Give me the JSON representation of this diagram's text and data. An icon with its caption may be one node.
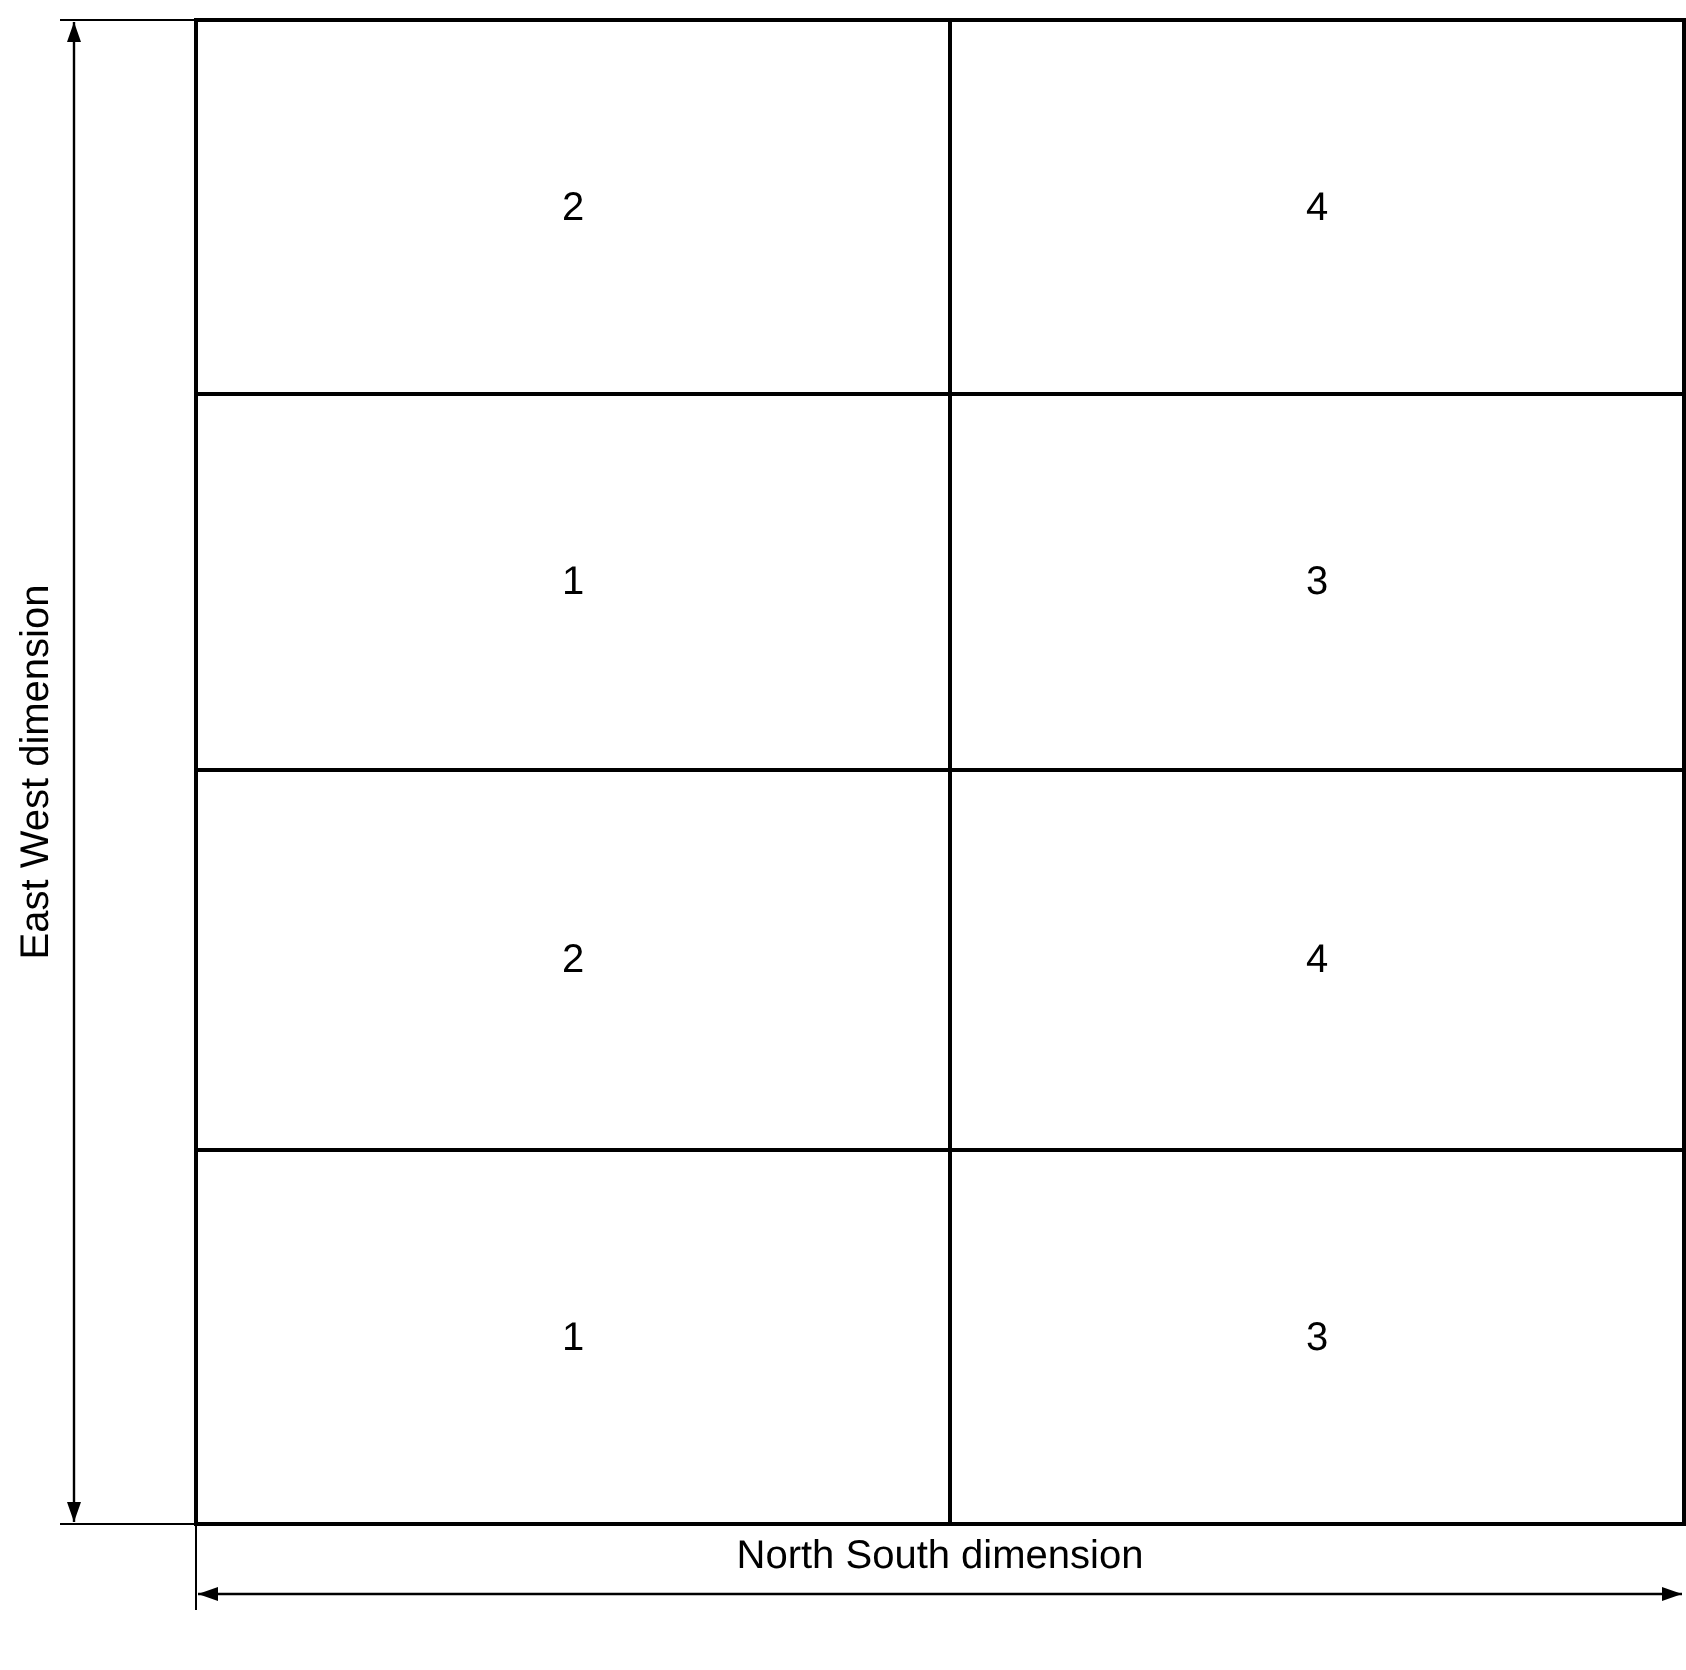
{
  "diagram": {
    "nodes": [
      {
        "text": [
          "2"
        ]
      },
      {
        "text": [
          "4"
        ]
      },
      {
        "text": [
          "1"
        ]
      },
      {
        "text": [
          "3"
        ]
      },
      {
        "text": [
          "2"
        ]
      },
      {
        "text": [
          "4"
        ]
      },
      {
        "text": [
          "1"
        ]
      },
      {
        "text": [
          "3"
        ]
      }
    ],
    "labels": [
      "East West dimension",
      "North South dimension"
    ]
  }
}
